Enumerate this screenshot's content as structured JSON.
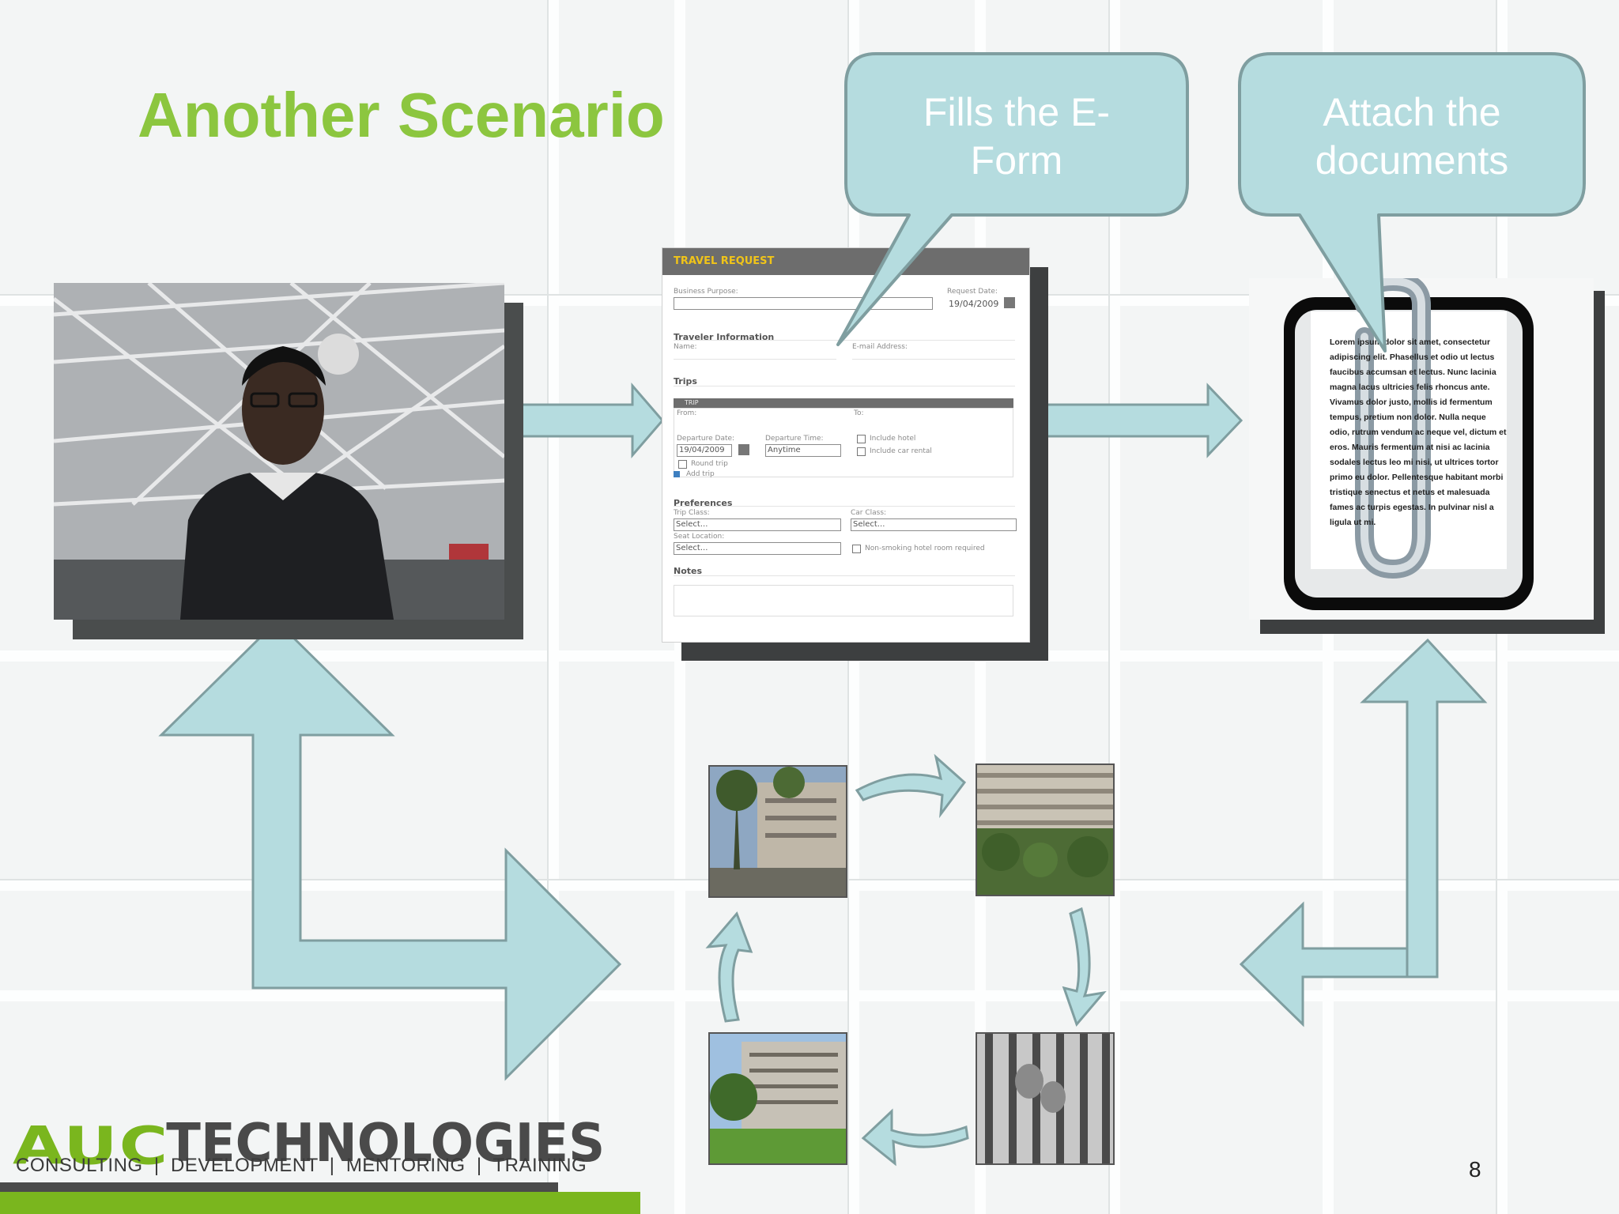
{
  "slide": {
    "title": "Another Scenario",
    "number": "8"
  },
  "bubbles": {
    "left": "Fills the E-\nForm",
    "right": "Attach the\ndocuments"
  },
  "form": {
    "header": "TRAVEL REQUEST",
    "business_purpose_label": "Business Purpose:",
    "request_date_label": "Request Date:",
    "request_date_value": "19/04/2009",
    "traveler_info": "Traveler Information",
    "name_label": "Name:",
    "email_label": "E-mail Address:",
    "trips": "Trips",
    "trip_bar": "TRIP",
    "from_label": "From:",
    "to_label": "To:",
    "departure_date_label": "Departure Date:",
    "departure_date_value": "19/04/2009",
    "departure_time_label": "Departure Time:",
    "departure_time_value": "Anytime",
    "include_hotel": "Include hotel",
    "include_car": "Include car rental",
    "round_trip": "Round trip",
    "add_trip": "Add trip",
    "preferences": "Preferences",
    "trip_class_label": "Trip Class:",
    "trip_class_value": "Select...",
    "car_class_label": "Car Class:",
    "car_class_value": "Select...",
    "seat_location_label": "Seat Location:",
    "seat_location_value": "Select...",
    "non_smoking": "Non-smoking hotel room required",
    "notes": "Notes"
  },
  "document_icon": {
    "lorem": "Lorem ipsum dolor sit amet, consectetur adipiscing elit. Phasellus et odio ut lectus faucibus accumsan et lectus. Nunc lacinia magna lacus ultricies felis rhoncus ante. Vivamus dolor justo, mollis id fermentum tempus, pretium non dolor. Nulla neque odio, rutrum vendum ac neque vel, dictum et eros. Mauris fermentum at nisi ac lacinia sodales lectus leo mi nisi, ut ultrices tortor primo eu dolor. Pellentesque habitant morbi tristique senectus et netus et malesuada fames ac turpis egestas. In pulvinar nisl a ligula ut mi."
  },
  "logo": {
    "mark": "AUC",
    "word": "TECHNOLOGIES",
    "tagline": "CONSULTING  |  DEVELOPMENT  |  MENTORING  |  TRAINING"
  },
  "colors": {
    "title_green": "#8cc63f",
    "bubble_fill": "#b5dcdf",
    "bubble_stroke": "#7f9ea0",
    "logo_green": "#7ab61e"
  }
}
